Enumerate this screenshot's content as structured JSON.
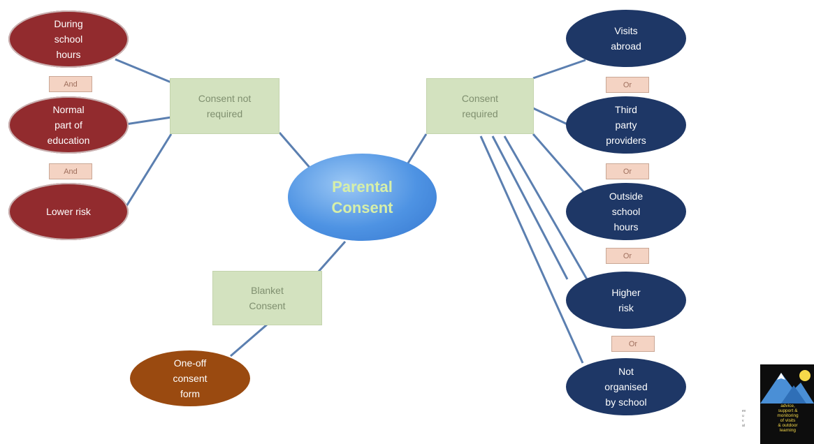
{
  "center": {
    "label": "Parental\nConsent"
  },
  "consent_not_required": {
    "box": "Consent not\nrequired",
    "items": [
      "During\nschool\nhours",
      "Normal\npart of\neducation",
      "Lower risk"
    ],
    "connectors": [
      "And",
      "And"
    ]
  },
  "consent_required": {
    "box": "Consent\nrequired",
    "items": [
      "Visits\nabroad",
      "Third\nparty\nproviders",
      "Outside\nschool\nhours",
      "Higher\nrisk",
      "Not\norganised\nby school"
    ],
    "connectors": [
      "Or",
      "Or",
      "Or",
      "Or"
    ]
  },
  "blanket_consent": {
    "box": "Blanket\nConsent",
    "item": "One-off\nconsent\nform"
  },
  "logo": {
    "text": "advice,\nsupport &\nmonitoring\nof visits\n& outdoor\nlearning",
    "side_text": "ev\nu\nv\nal"
  },
  "colors": {
    "red_oval": "#922b2e",
    "blue_oval": "#1e3766",
    "brown_oval": "#9a4a10",
    "box_fill": "#d3e2bf",
    "center_fill": "#4e93e3",
    "connector_fill": "#f4d3c3",
    "line": "#5b7fb0"
  }
}
